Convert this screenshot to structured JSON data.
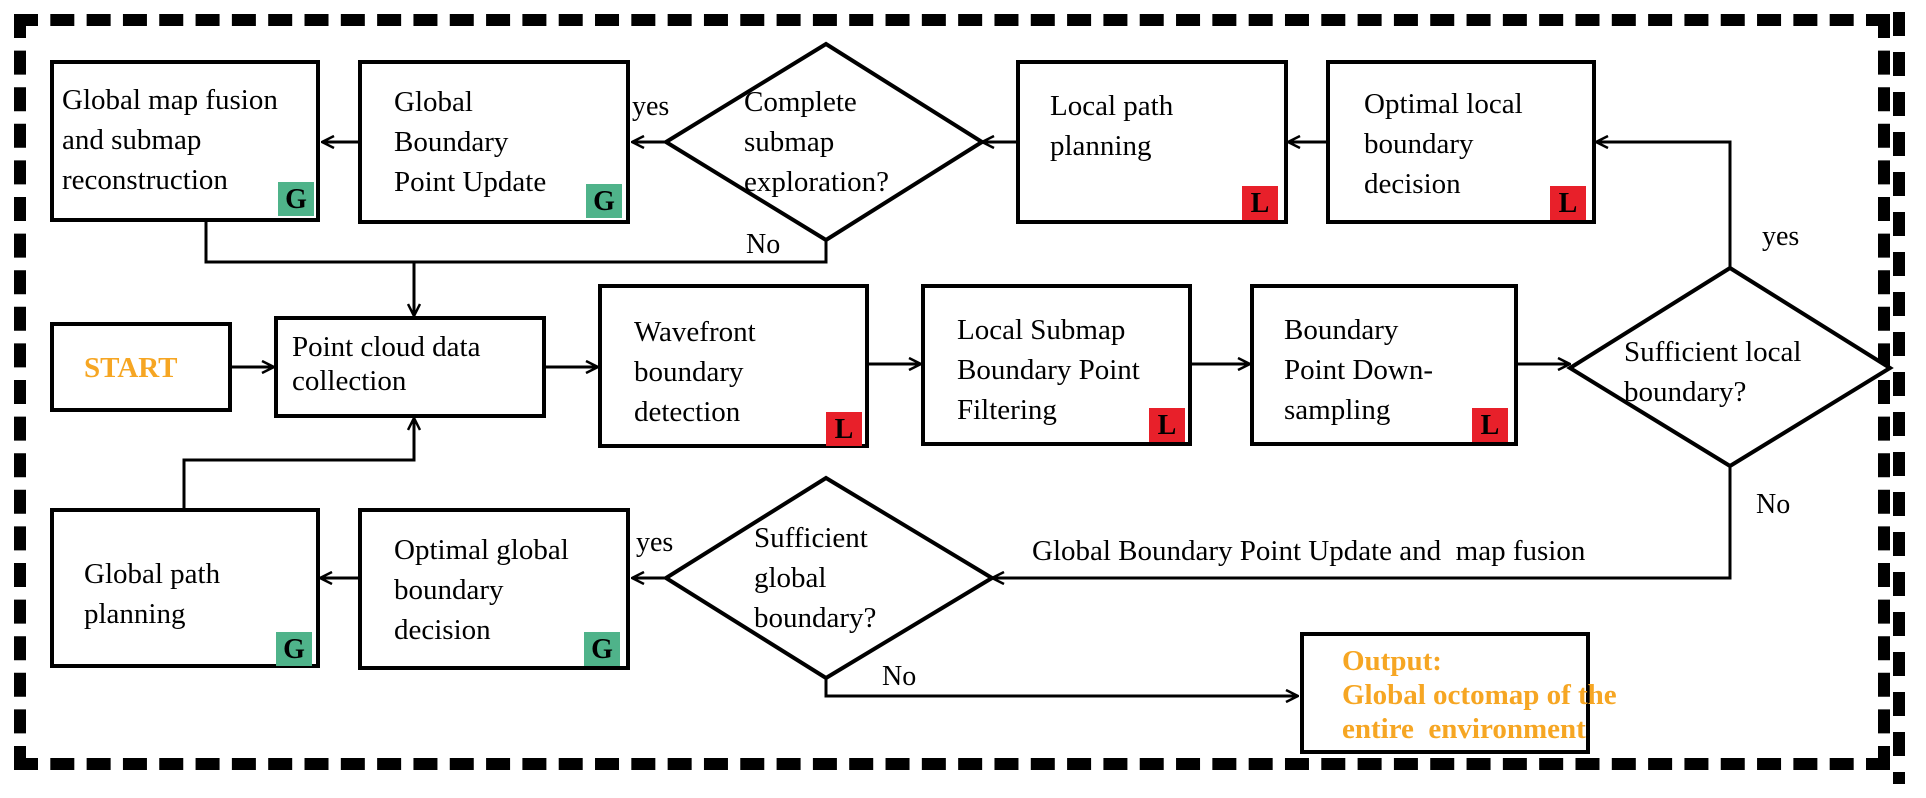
{
  "nodes": {
    "global_map_fusion": "Global map fusion\nand submap\nreconstruction",
    "global_boundary_point_update": "Global\nBoundary\nPoint Update",
    "complete_submap": "Complete\nsubmap\nexploration?",
    "local_path_planning": "Local path\nplanning",
    "optimal_local": "Optimal local\nboundary\ndecision",
    "start": "START",
    "point_cloud": "Point cloud data\ncollection",
    "wavefront": "Wavefront\nboundary\ndetection",
    "local_submap_filtering": "Local Submap\nBoundary Point\nFiltering",
    "downsampling": "Boundary\nPoint Down-\nsampling",
    "sufficient_local": "Sufficient local\nboundary?",
    "global_path_planning": "Global path\nplanning",
    "optimal_global": "Optimal global\nboundary\ndecision",
    "sufficient_global": "Sufficient\nglobal\nboundary?",
    "output_title": "Output:",
    "output_body": "Global octomap of the\nentire  environment"
  },
  "badges": {
    "local": "L",
    "global": "G"
  },
  "edge_labels": {
    "yes_complete": "yes",
    "no_complete": "No",
    "yes_local": "yes",
    "no_local": "No",
    "global_update_fusion": "Global Boundary Point Update and  map fusion",
    "yes_global": "yes",
    "no_global": "No"
  },
  "colors": {
    "local_badge": "#e8202a",
    "global_badge": "#4fb38a",
    "output_text": "#f6a623"
  }
}
